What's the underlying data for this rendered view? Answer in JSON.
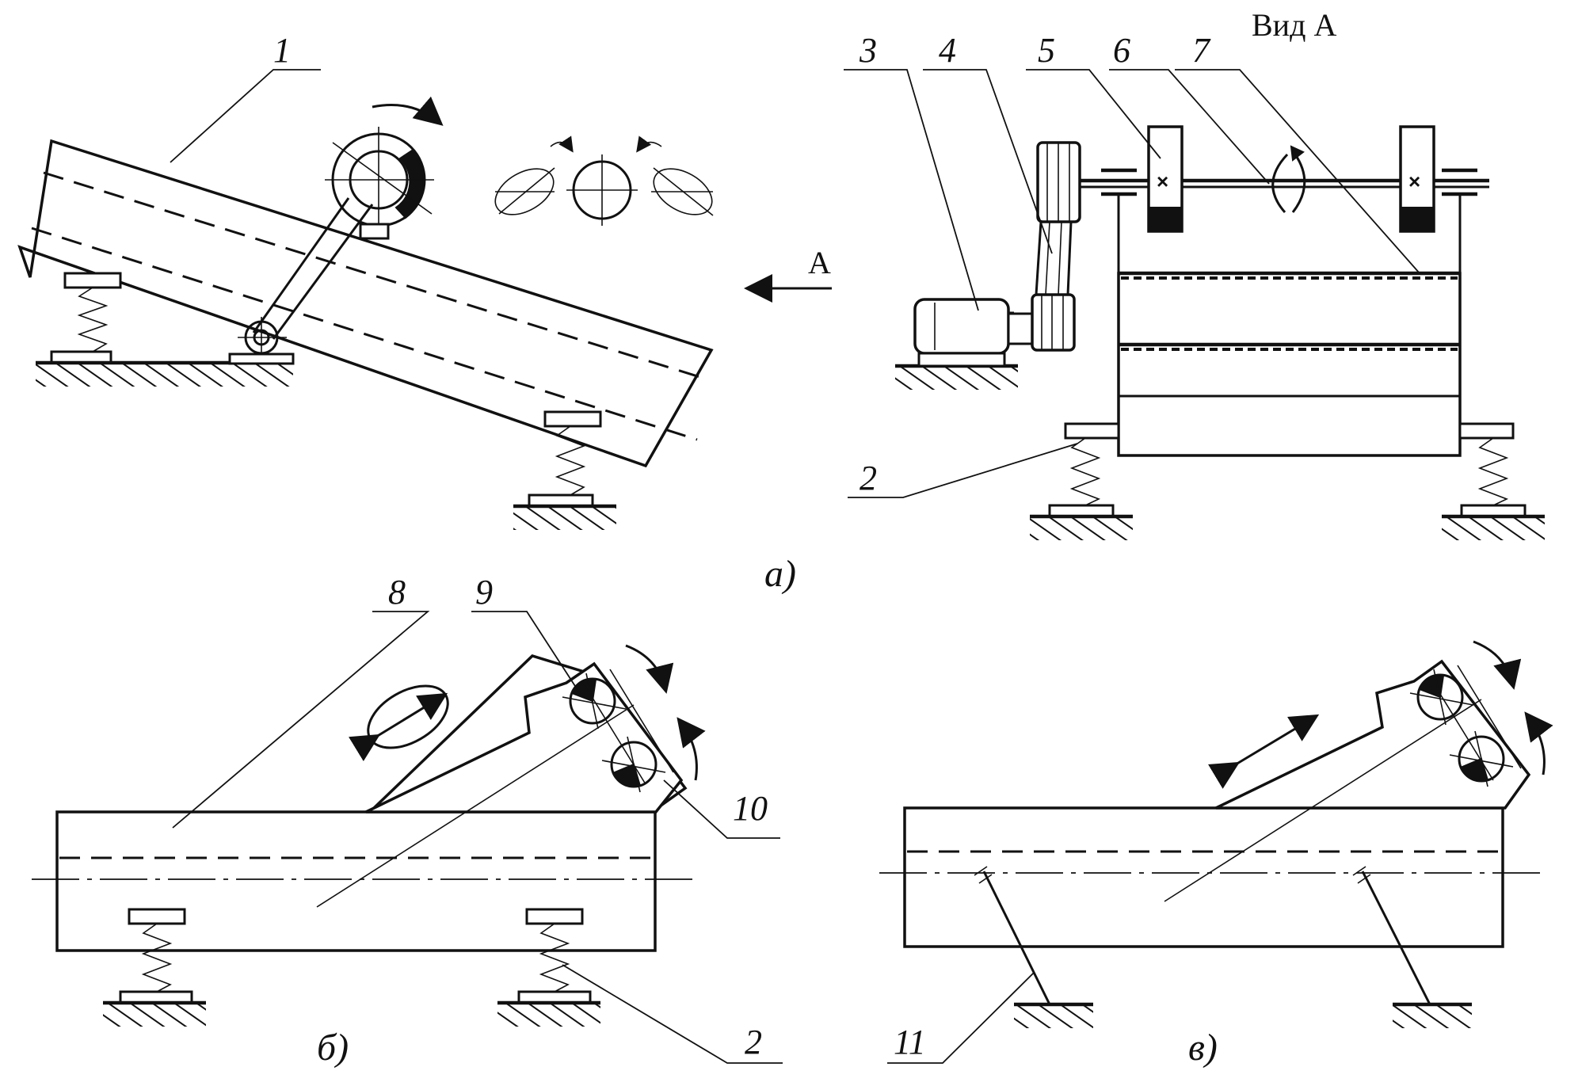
{
  "labels": {
    "l1": "1",
    "l2a": "2",
    "l2b": "2",
    "l3": "3",
    "l4": "4",
    "l5": "5",
    "l6": "6",
    "l7": "7",
    "l8": "8",
    "l9": "9",
    "l10": "10",
    "l11": "11"
  },
  "captions": {
    "a": "а)",
    "b": "б)",
    "v": "в)"
  },
  "view_label": "Вид А",
  "arrow_label": "А"
}
